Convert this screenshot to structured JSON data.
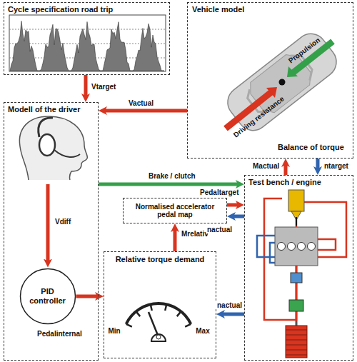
{
  "diagram": {
    "nodes": [
      {
        "text": [
          "Cycle specification road trip"
        ]
      },
      {
        "text": [
          "Vehicle model",
          "Balance of torque"
        ]
      },
      {
        "text": [
          "Modell of the driver"
        ]
      },
      {
        "text": [
          "PID controller"
        ],
        "in": 2
      },
      {
        "text": [
          "Normalised accelerator pedal map"
        ]
      },
      {
        "text": [
          "Relative torque demand"
        ]
      },
      {
        "text": [
          "Test bench / engine"
        ]
      }
    ],
    "edges": [
      {
        "from": 0,
        "to": 2,
        "label": "Vtarget",
        "arrow": "to"
      },
      {
        "from": 1,
        "to": 2,
        "label": "Vactual",
        "arrow": "to"
      },
      {
        "from": 2,
        "to": 6,
        "label": "Brake / clutch",
        "arrow": "to"
      },
      {
        "from": 6,
        "to": 1,
        "label": "Mactual",
        "arrow": "to"
      },
      {
        "from": 1,
        "to": 6,
        "label": "ntarget",
        "arrow": "to"
      },
      {
        "from": 2,
        "to": 3,
        "label": "Vdiff",
        "arrow": "to"
      },
      {
        "from": 3,
        "to": 5,
        "label": "Pedalinternal",
        "arrow": "to"
      },
      {
        "from": 5,
        "to": 4,
        "label": "Mrelativ",
        "arrow": "to"
      },
      {
        "from": 4,
        "to": 6,
        "label": "Pedaltarget",
        "arrow": "to"
      },
      {
        "from": 6,
        "to": 4,
        "label": "nactual",
        "arrow": "to"
      },
      {
        "from": 6,
        "to": 5,
        "label": "nactual",
        "arrow": "to"
      }
    ],
    "labels": [
      "Propulsion",
      "Driving resistance",
      "Min",
      "Max"
    ]
  }
}
